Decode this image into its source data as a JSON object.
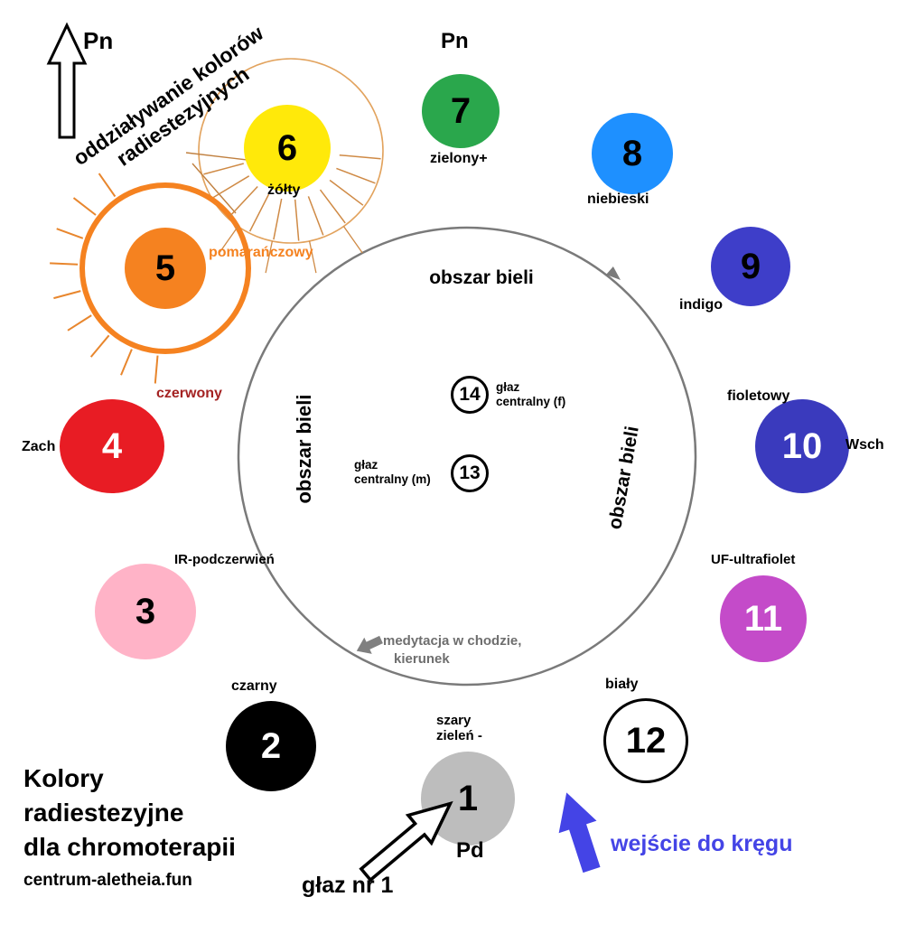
{
  "compass": {
    "north_label": "Pn"
  },
  "caption": {
    "line1": "oddziaływanie kolorów",
    "line2": "radiestezyjnych"
  },
  "directions": {
    "north": "Pn",
    "south": "Pd",
    "west": "Zach",
    "east": "Wsch"
  },
  "center_area": {
    "top": "obszar bieli",
    "left": "obszar bieli",
    "right": "obszar bieli",
    "meditation_line1": "medytacja w chodzie,",
    "meditation_line2": "kierunek"
  },
  "central_stones": {
    "f_line1": "głaz",
    "f_line2": "centralny (f)",
    "m_line1": "głaz",
    "m_line2": "centralny (m)"
  },
  "stones": [
    {
      "number": "1",
      "label": "szary",
      "label2": "zieleń -",
      "fill": "#bdbdbd",
      "number_color": "#000000"
    },
    {
      "number": "2",
      "label": "czarny",
      "fill": "#000000",
      "number_color": "#ffffff"
    },
    {
      "number": "3",
      "label": "IR-podczerwień",
      "fill": "#ffb3c7",
      "number_color": "#000000"
    },
    {
      "number": "4",
      "label": "czerwony",
      "fill": "#e81c24",
      "number_color": "#ffffff",
      "label_color": "#a42222"
    },
    {
      "number": "5",
      "label": "pomarańczowy",
      "fill": "#f58220",
      "number_color": "#000000",
      "label_color": "#f58220"
    },
    {
      "number": "6",
      "label": "żółty",
      "fill": "#ffe90a",
      "number_color": "#000000"
    },
    {
      "number": "7",
      "label": "zielony+",
      "fill": "#2aa74c",
      "number_color": "#000000"
    },
    {
      "number": "8",
      "label": "niebieski",
      "fill": "#1e90ff",
      "number_color": "#000000"
    },
    {
      "number": "9",
      "label": "indigo",
      "fill": "#3e3ec9",
      "number_color": "#000000"
    },
    {
      "number": "10",
      "label": "fioletowy",
      "fill": "#3a3abd",
      "number_color": "#ffffff"
    },
    {
      "number": "11",
      "label": "UF-ultrafiolet",
      "fill": "#c44bc9",
      "number_color": "#ffffff"
    },
    {
      "number": "12",
      "label": "biały",
      "fill": "#ffffff",
      "number_color": "#000000"
    },
    {
      "number": "13",
      "fill": "#ffffff",
      "number_color": "#000000"
    },
    {
      "number": "14",
      "fill": "#ffffff",
      "number_color": "#000000"
    }
  ],
  "entrance": {
    "label": "wejście do kręgu",
    "color": "#4444e6"
  },
  "pointer": {
    "label": "głaz nr 1"
  },
  "footer": {
    "line1": "Kolory",
    "line2": "radiestezyjne",
    "line3": "dla chromoterapii",
    "site": "centrum-aletheia.fun"
  }
}
